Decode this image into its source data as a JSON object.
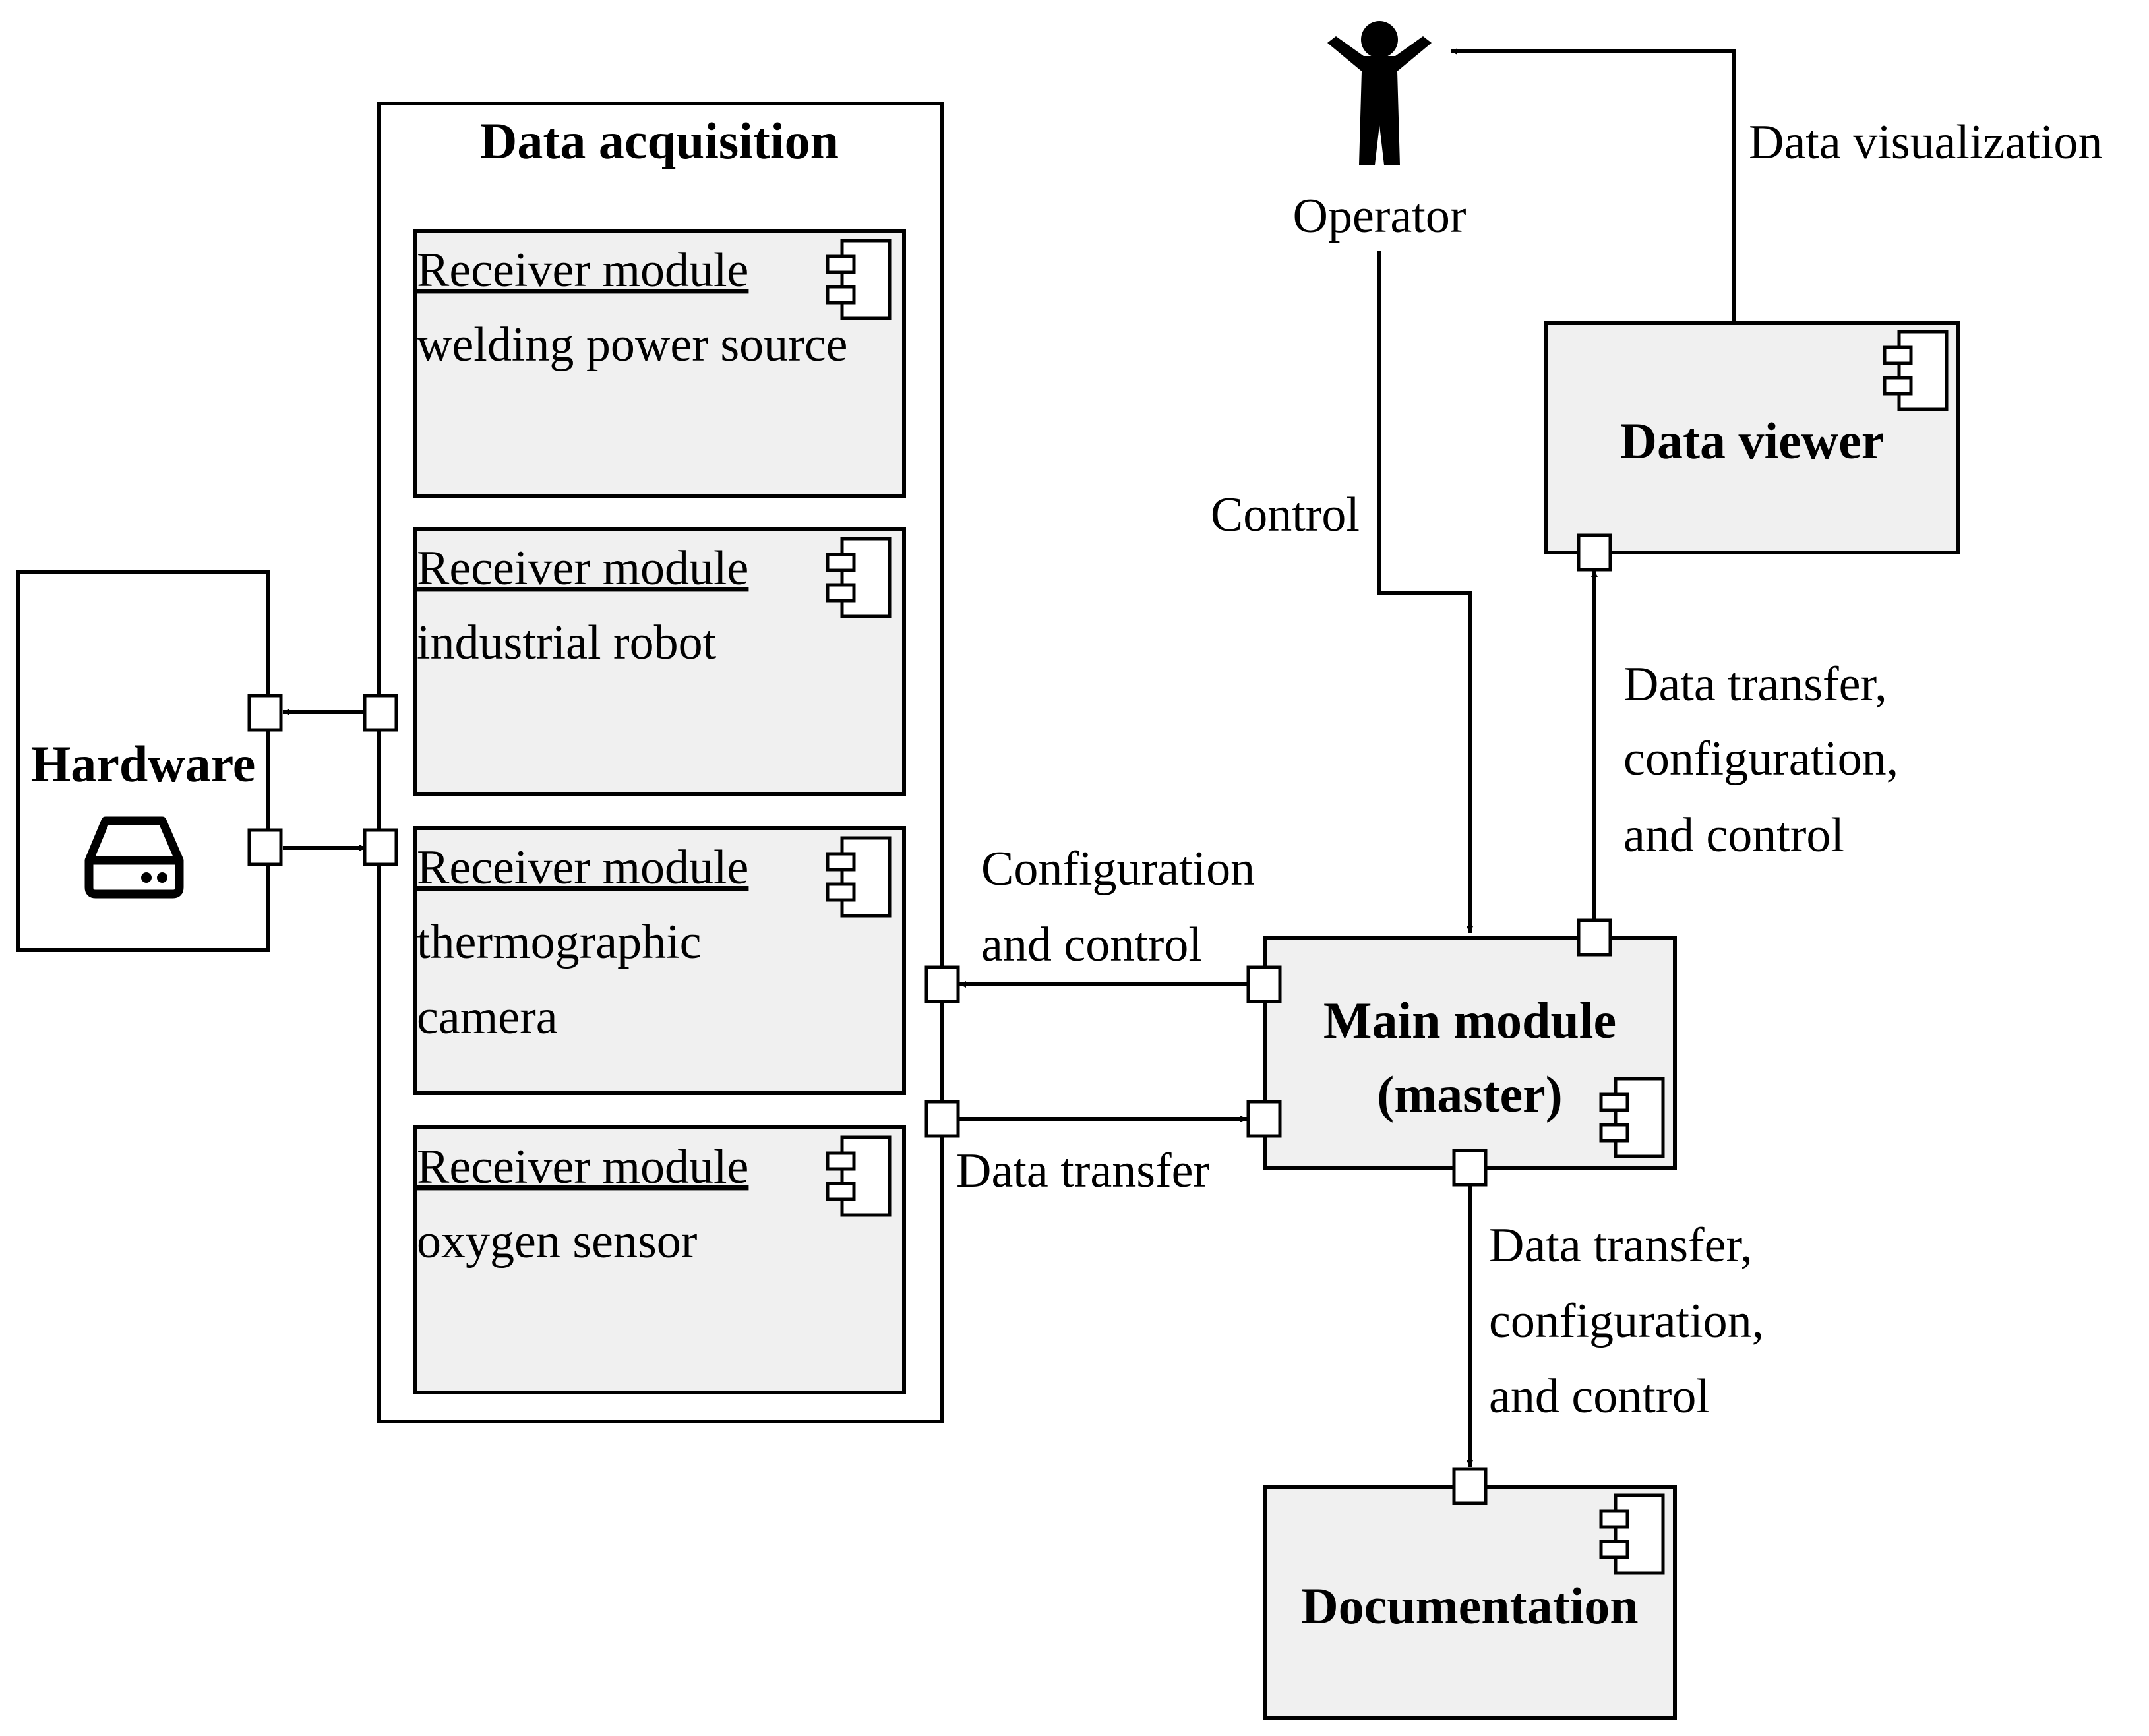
{
  "data_acquisition": {
    "title": "Data acquisition",
    "modules": [
      {
        "heading": "Receiver module",
        "lines": [
          "welding power source"
        ]
      },
      {
        "heading": "Receiver module",
        "lines": [
          "industrial robot"
        ]
      },
      {
        "heading": "Receiver module",
        "lines": [
          "thermographic",
          "camera"
        ]
      },
      {
        "heading": "Receiver module",
        "lines": [
          "oxygen sensor"
        ]
      }
    ]
  },
  "hardware": {
    "title": "Hardware",
    "icon": "hard-drive-icon"
  },
  "operator": {
    "label": "Operator",
    "icon": "person-icon"
  },
  "data_viewer": {
    "title": "Data viewer"
  },
  "main_module": {
    "line1": "Main module",
    "line2": "(master)"
  },
  "documentation": {
    "title": "Documentation"
  },
  "labels": {
    "data_visualization": "Data visualization",
    "control": "Control",
    "viewer_link": [
      "Data transfer,",
      "configuration,",
      "and control"
    ],
    "config_control": [
      "Configuration",
      "and control"
    ],
    "data_transfer": "Data transfer",
    "doc_link": [
      "Data transfer,",
      "configuration,",
      "and control"
    ]
  }
}
